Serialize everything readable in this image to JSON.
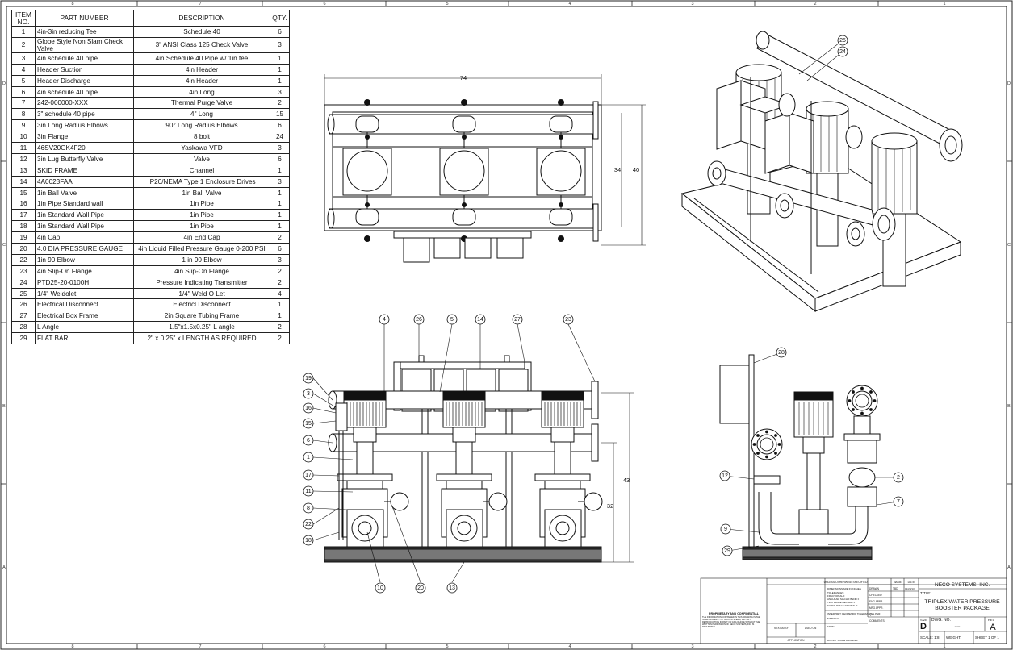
{
  "bom": {
    "headers": {
      "item": "ITEM NO.",
      "part": "PART NUMBER",
      "desc": "DESCRIPTION",
      "qty": "QTY."
    },
    "rows": [
      {
        "item": "1",
        "part": "4in-3in reducing Tee",
        "desc": "Schedule 40",
        "qty": "6"
      },
      {
        "item": "2",
        "part": "Globe Style Non Slam Check Valve",
        "desc": "3\" ANSI Class 125 Check Valve",
        "qty": "3"
      },
      {
        "item": "3",
        "part": "4in schedule 40 pipe",
        "desc": "4in Schedule 40 Pipe w/ 1in tee",
        "qty": "1"
      },
      {
        "item": "4",
        "part": "Header Suction",
        "desc": "4in Header",
        "qty": "1"
      },
      {
        "item": "5",
        "part": "Header Discharge",
        "desc": "4in Header",
        "qty": "1"
      },
      {
        "item": "6",
        "part": "4in schedule 40 pipe",
        "desc": "4in Long",
        "qty": "3"
      },
      {
        "item": "7",
        "part": "242-000000-XXX",
        "desc": "Thermal Purge Valve",
        "qty": "2"
      },
      {
        "item": "8",
        "part": "3\" schedule 40 pipe",
        "desc": "4\" Long",
        "qty": "15"
      },
      {
        "item": "9",
        "part": "3in Long Radius Elbows",
        "desc": "90° Long Radius Elbows",
        "qty": "6"
      },
      {
        "item": "10",
        "part": "3in Flange",
        "desc": "8 bolt",
        "qty": "24"
      },
      {
        "item": "11",
        "part": "46SV20GK4F20",
        "desc": "Yaskawa VFD",
        "qty": "3"
      },
      {
        "item": "12",
        "part": "3in Lug Butterfly Valve",
        "desc": "Valve",
        "qty": "6"
      },
      {
        "item": "13",
        "part": "SKID FRAME",
        "desc": "Channel",
        "qty": "1"
      },
      {
        "item": "14",
        "part": "4A0023FAA",
        "desc": "IP20/NEMA Type 1 Enclosure Drives",
        "qty": "3"
      },
      {
        "item": "15",
        "part": "1in Ball Valve",
        "desc": "1in Ball Valve",
        "qty": "1"
      },
      {
        "item": "16",
        "part": "1in Pipe Standard wall",
        "desc": "1in Pipe",
        "qty": "1"
      },
      {
        "item": "17",
        "part": "1in Standard Wall Pipe",
        "desc": "1in Pipe",
        "qty": "1"
      },
      {
        "item": "18",
        "part": "1in Standard Wall Pipe",
        "desc": "1in Pipe",
        "qty": "1"
      },
      {
        "item": "19",
        "part": "4in Cap",
        "desc": "4in End Cap",
        "qty": "2"
      },
      {
        "item": "20",
        "part": "4.0 DIA PRESSURE GAUGE",
        "desc": "4in Liquid Filled Pressure Gauge 0-200 PSI",
        "qty": "6"
      },
      {
        "item": "22",
        "part": "1in 90 Elbow",
        "desc": "1 in 90 Elbow",
        "qty": "3"
      },
      {
        "item": "23",
        "part": "4in Slip-On Flange",
        "desc": "4in Slip-On Flange",
        "qty": "2"
      },
      {
        "item": "24",
        "part": "PTD25-20-0100H",
        "desc": "Pressure Indicating Transmitter",
        "qty": "2"
      },
      {
        "item": "25",
        "part": "1/4\" Weldolet",
        "desc": "1/4\" Weld O Let",
        "qty": "4"
      },
      {
        "item": "26",
        "part": "Electrical Disconnect",
        "desc": "Electricl Disconnect",
        "qty": "1"
      },
      {
        "item": "27",
        "part": "Electrical Box Frame",
        "desc": "2in Square Tubing Frame",
        "qty": "1"
      },
      {
        "item": "28",
        "part": "L Angle",
        "desc": "1.5\"x1.5x0.25\" L angle",
        "qty": "2"
      },
      {
        "item": "29",
        "part": "FLAT BAR",
        "desc": "2\" x 0.25\" x LENGTH AS REQUIRED",
        "qty": "2"
      }
    ]
  },
  "border": {
    "top_zones": [
      "8",
      "7",
      "6",
      "5",
      "4",
      "3",
      "2",
      "1"
    ],
    "side_zones": [
      "D",
      "C",
      "B",
      "A"
    ]
  },
  "dimensions": {
    "width": "74",
    "height_inner": "34",
    "height_outer": "40",
    "front_height_outer": "43",
    "front_height_inner": "32"
  },
  "balloons": {
    "front_top": [
      "4",
      "26",
      "5",
      "14",
      "27",
      "23"
    ],
    "front_left": [
      "19",
      "3",
      "16",
      "15",
      "6",
      "1",
      "17",
      "11",
      "8",
      "22",
      "18"
    ],
    "front_bottom": [
      "10",
      "20",
      "13"
    ],
    "iso": [
      "25",
      "24"
    ],
    "side": [
      "28",
      "12",
      "2",
      "7",
      "9",
      "29"
    ]
  },
  "title_block": {
    "company": "NECO SYSTEMS, INC.",
    "title_label": "TITLE:",
    "title_line1": "TRIPLEX WATER PRESSURE",
    "title_line2": "BOOSTER PACKAGE",
    "size_label": "SIZE",
    "size": "D",
    "dwg_label": "DWG.  NO.",
    "dwg_no": "-----",
    "rev_label": "REV",
    "rev": "A",
    "scale": "SCALE: 1:8",
    "weight": "WEIGHT:",
    "sheet": "SHEET 1 OF 1",
    "name_col": "NAME",
    "date_col": "DATE",
    "drawn": "DRAWN",
    "drawn_name": "TBD",
    "drawn_date": "01/29/13",
    "checked": "CHECKED",
    "eng_appr": "ENG APPR.",
    "mfg_appr": "MFG APPR.",
    "qa": "Q.A.",
    "comments": "COMMENTS:",
    "unless": "UNLESS OTHERWISE SPECIFIED:",
    "dims": "DIMENSIONS ARE IN INCHES",
    "tolerances": "TOLERANCES:",
    "fractional": "FRACTIONAL ±",
    "angular": "ANGULAR: MACH ±   BEND ±",
    "two_place": "TWO PLACE DECIMAL  ±",
    "three_place": "THREE PLACE DECIMAL  ±",
    "interpret": "INTERPRET GEOMETRIC TOLERANCING PER:",
    "material": "MATERIAL",
    "finish": "FINISH",
    "next_assy": "NEXT ASSY",
    "used_on": "USED ON",
    "application": "APPLICATION",
    "do_not_scale": "DO NOT SCALE DRAWING",
    "proprietary": "PROPRIETARY AND CONFIDENTIAL",
    "prop_text": "THE INFORMATION CONTAINED IN THIS DRAWING IS THE SOLE PROPERTY OF NECO SYSTEMS, INC. ANY REPRODUCTION IN PART OR AS A WHOLE WITHOUT THE WRITTEN PERMISSION OF NECO SYSTEMS, INC. IS PROHIBITED."
  }
}
